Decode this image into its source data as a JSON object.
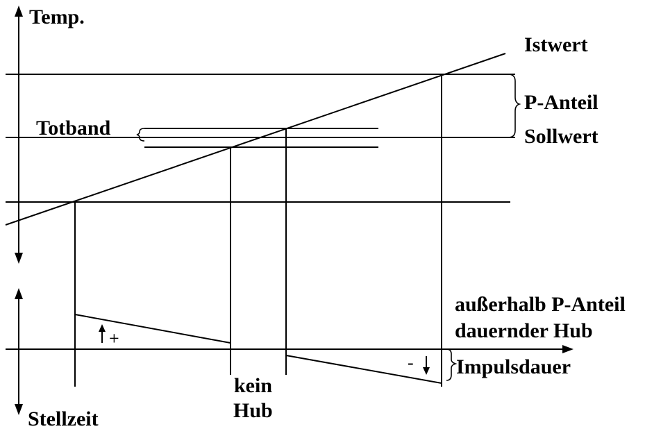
{
  "labels": {
    "temp": "Temp.",
    "istwert": "Istwert",
    "p_anteil": "P-Anteil",
    "totband": "Totband",
    "sollwert": "Sollwert",
    "ausserhalb_line1": "außerhalb P-Anteil",
    "ausserhalb_line2": "dauernder Hub",
    "impulsdauer": "Impulsdauer",
    "kein": "kein",
    "hub": "Hub",
    "stellzeit": "Stellzeit",
    "plus": "+",
    "minus": "-"
  },
  "colors": {
    "stroke": "#000000",
    "background": "#ffffff"
  }
}
